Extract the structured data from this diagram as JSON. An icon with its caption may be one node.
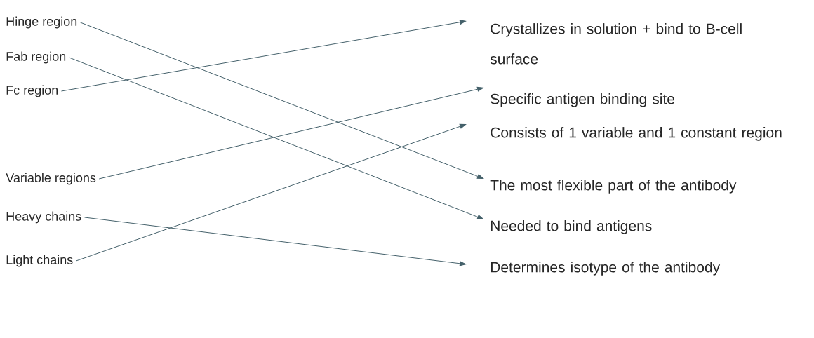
{
  "diagram": {
    "nodes": [
      {
        "text": [
          "Hinge region"
        ]
      },
      {
        "text": [
          "Fab region"
        ]
      },
      {
        "text": [
          "Fc region"
        ]
      },
      {
        "text": [
          "Variable regions"
        ]
      },
      {
        "text": [
          "Heavy chains"
        ]
      },
      {
        "text": [
          "Light chains"
        ]
      },
      {
        "text": [
          "Crystallizes in solution + bind to B-cell surface"
        ]
      },
      {
        "text": [
          "Specific antigen binding site"
        ]
      },
      {
        "text": [
          "Consists of 1 variable and 1 constant region"
        ]
      },
      {
        "text": [
          "The most flexible part of the antibody"
        ]
      },
      {
        "text": [
          "Needed to bind antigens"
        ]
      },
      {
        "text": [
          "Determines isotype of the antibody"
        ]
      }
    ],
    "edges": [
      {
        "from": 0,
        "to": 9,
        "arrow": "to"
      },
      {
        "from": 1,
        "to": 10,
        "arrow": "to"
      },
      {
        "from": 2,
        "to": 6,
        "arrow": "to"
      },
      {
        "from": 3,
        "to": 7,
        "arrow": "to"
      },
      {
        "from": 4,
        "to": 11,
        "arrow": "to"
      },
      {
        "from": 5,
        "to": 8,
        "arrow": "to"
      }
    ]
  }
}
